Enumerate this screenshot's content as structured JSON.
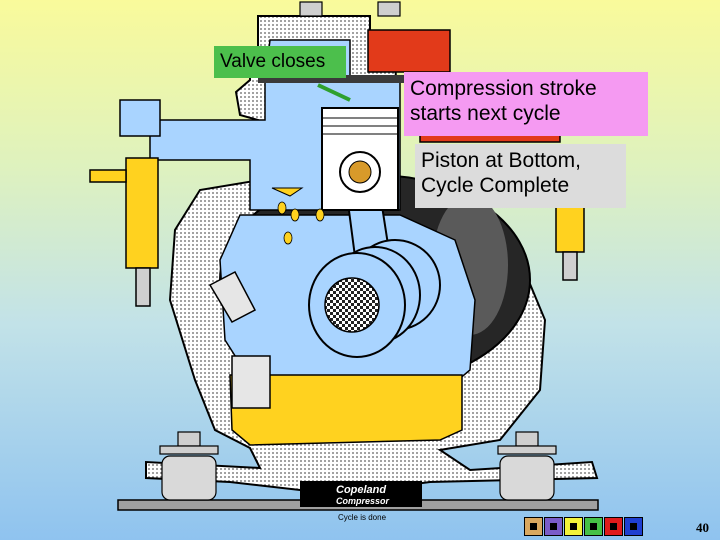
{
  "labels": {
    "valve": "Valve closes",
    "compression_line1": "Compression stroke",
    "compression_line2": "starts next cycle",
    "piston_line1": "Piston at Bottom,",
    "piston_line2": "Cycle Complete"
  },
  "logo": {
    "line1": "Copeland",
    "line2": "Compressor"
  },
  "caption": "Cycle is done",
  "page_number": "40",
  "nav": [
    {
      "name": "home-icon",
      "color": "#d9a860"
    },
    {
      "name": "return-icon",
      "color": "#7a5cc8"
    },
    {
      "name": "previous-icon",
      "color": "#f2f23a"
    },
    {
      "name": "next-icon",
      "color": "#46c046"
    },
    {
      "name": "stop-icon",
      "color": "#e01b1b"
    },
    {
      "name": "sound-icon",
      "color": "#1f3fd0"
    }
  ],
  "colors": {
    "housing": "#bfbfbf",
    "gas": "#a9d4ff",
    "oil": "#ffd21f",
    "discharge": "#e23a1a",
    "terminal_box": "#1b1b1b"
  }
}
